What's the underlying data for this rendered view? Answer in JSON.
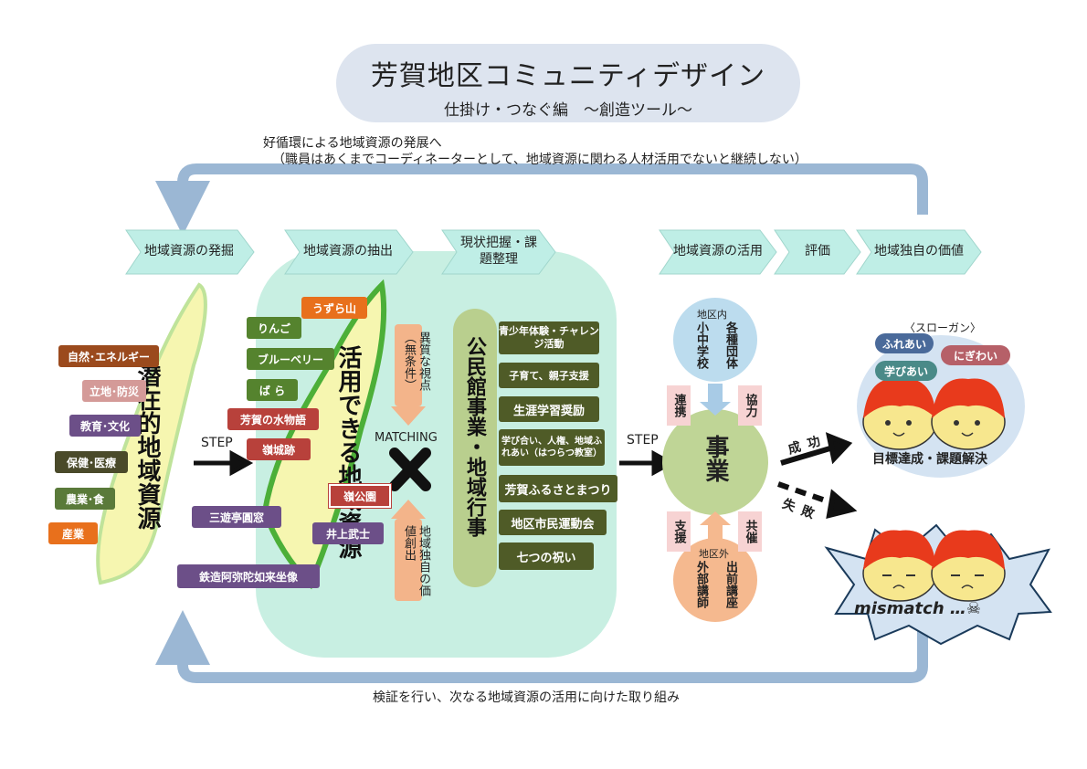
{
  "title": {
    "main": "芳賀地区コミュニティデザイン",
    "sub": "仕掛け・つなぐ編　～創造ツール～"
  },
  "top_note": {
    "line1": "好循環による地域資源の発展へ",
    "line2": "（職員はあくまでコーディネーターとして、地域資源に関わる人材活用でないと継続しない）"
  },
  "bottom_note": "検証を行い、次なる地域資源の活用に向けた取り組み",
  "stages": [
    "地域資源の発掘",
    "地域資源の抽出",
    "現状把握・課題整理",
    "地域資源の活用",
    "評価",
    "地域独自の価値"
  ],
  "latent": {
    "label": "潜在的地域資源",
    "tags": [
      "自然･エネルギー",
      "立地･防災",
      "教育･文化",
      "保健･医療",
      "農業･食",
      "産業"
    ]
  },
  "usable": {
    "label": "活用できる地域資源",
    "tags": [
      "うずら山",
      "りんご",
      "ブルーベリー",
      "ば ら",
      "芳賀の水物語",
      "嶺城跡",
      "嶺公園",
      "井上武士",
      "三遊亭圓窓",
      "鉄造阿弥陀如来坐像"
    ]
  },
  "step_label": "STEP",
  "matching": {
    "label": "MATCHING",
    "top": "異質な視点（無条件）",
    "bottom": "地域独自の価値創出"
  },
  "kominkan": {
    "label": "公民館事業・地域行事",
    "events": [
      "青少年体験・チャレンジ活動",
      "子育て、親子支援",
      "生涯学習奨励",
      "学び合い、人権、地域ふれあい（はつらつ教室）",
      "芳賀ふるさとまつり",
      "地区市民運動会",
      "七つの祝い"
    ]
  },
  "project": {
    "center": "事業",
    "inner": {
      "label": "地区内",
      "left": "小中学校",
      "right": "各種団体"
    },
    "outer": {
      "label": "地区外",
      "left": "外部講師",
      "right": "出前講座"
    },
    "side_tl": "連携",
    "side_tr": "協力",
    "side_bl": "支援",
    "side_br": "共催"
  },
  "slogan": {
    "title": "〈スローガン〉",
    "items": [
      "ふれあい",
      "にぎわい",
      "学びあい"
    ],
    "result": "目標達成・課題解決"
  },
  "success": "成功",
  "failure": "失敗",
  "mismatch": "mismatch …☠",
  "colors": {
    "teal": "#c8efe2",
    "stage": "#bfeee6",
    "yellow": "#f6f6b0",
    "loop": "#9bb7d4"
  }
}
